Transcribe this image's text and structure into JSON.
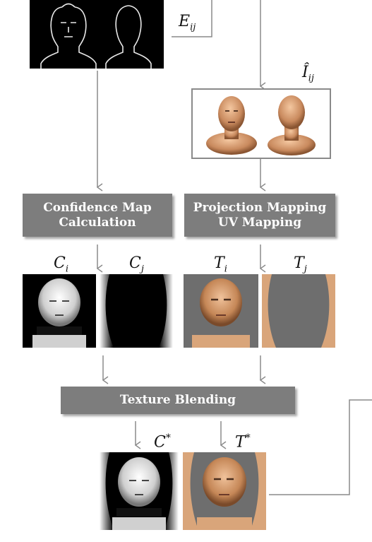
{
  "labels": {
    "edge": {
      "base": "E",
      "sub": "ij"
    },
    "rendered": {
      "base": "Î",
      "sub": "ij"
    },
    "conf_i": {
      "base": "C",
      "sub": "i"
    },
    "conf_j": {
      "base": "C",
      "sub": "j"
    },
    "tex_i": {
      "base": "T",
      "sub": "i"
    },
    "tex_j": {
      "base": "T",
      "sub": "j"
    },
    "conf_star": {
      "base": "C",
      "sup": "*"
    },
    "tex_star": {
      "base": "T",
      "sup": "*"
    }
  },
  "boxes": {
    "confidence_line1": "Confidence Map",
    "confidence_line2": "Calculation",
    "projection_line1": "Projection Mapping",
    "projection_line2": "UV Mapping",
    "blending": "Texture Blending"
  }
}
